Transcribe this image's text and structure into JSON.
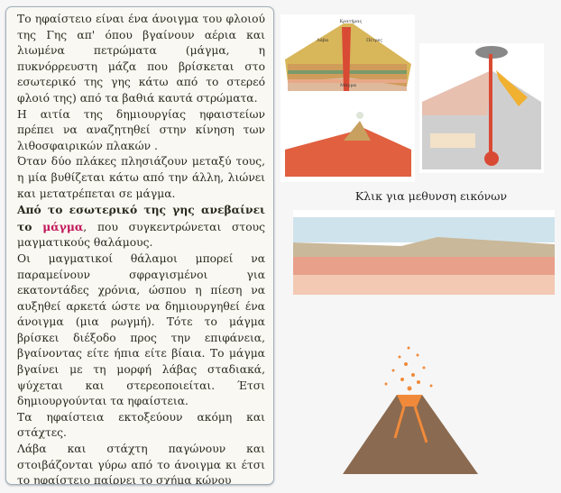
{
  "article": {
    "p1": "Το ηφαίστειο είναι ένα άνοιγμα του φλοιού της Γης απ' όπου βγαίνουν αέρια και λιωμένα πετρώματα (μάγμα, η πυκνόρρευστη μάζα που βρίσκεται στο εσωτερικό της γης κάτω από το στερεό φλοιό της) από τα βαθιά καυτά στρώματα.",
    "p2": "Η αιτία της δημιουργίας ηφαιστείων πρέπει να αναζητηθεί στην κίνηση των λιθοσφαιρικών πλακών .",
    "p3": "Όταν δύο πλάκες πλησιάζουν μεταξύ τους, η μία βυθίζεται κάτω από την άλλη, λιώνει και μετατρέπεται σε μάγμα.",
    "p4_bold": "Από το εσωτερικό της γης ανεβαίνει το",
    "p4_link": "μάγμα",
    "p4_rest": ", που συγκεντρώνεται στους μαγματικούς θαλάμους.",
    "p5": "Οι μαγματικοί θάλαμοι μπορεί να παραμείνουν σφραγισμένοι για εκατοντάδες χρόνια, ώσπου η πίεση να αυξηθεί αρκετά ώστε να δημιουργηθεί ένα άνοιγμα (μια ρωγμή). Τότε το μάγμα βρίσκει διέξοδο προς την επιφάνεια, βγαίνοντας είτε ήπια είτε βίαια. Το μάγμα βγαίνει με τη μορφή λάβας σταδιακά, ψύχεται και στερεοποιείται. Έτσι δημιουργούνται τα ηφαίστεια.",
    "p6": "Τα ηφαίστεια εκτοξεύουν ακόμη και στάχτες.",
    "p7": "Λάβα και στάχτη παγώνουν και στοιβάζονται γύρω από το άνοιγμα κι έτσι το ηφαίστειο παίρνει το σχήμα κώνου"
  },
  "images": {
    "caption": "Κλικ για μεθυνση εικόνων",
    "fig1_labels": [
      "Κρατήρας",
      "Λάβα",
      "Πέτρες",
      "Μάγμα"
    ]
  },
  "colors": {
    "magma_link": "#c2185b",
    "lava": "#e0523a"
  }
}
